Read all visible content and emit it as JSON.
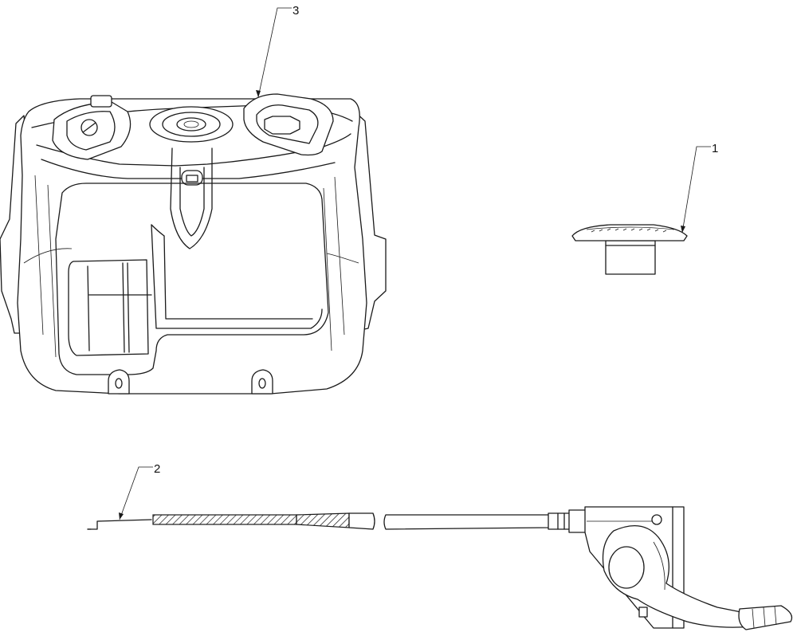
{
  "callouts": [
    {
      "id": "callout-1",
      "label": "1"
    },
    {
      "id": "callout-2",
      "label": "2"
    },
    {
      "id": "callout-3",
      "label": "3"
    }
  ],
  "colors": {
    "line": "#1a1a1a",
    "background": "#ffffff"
  }
}
